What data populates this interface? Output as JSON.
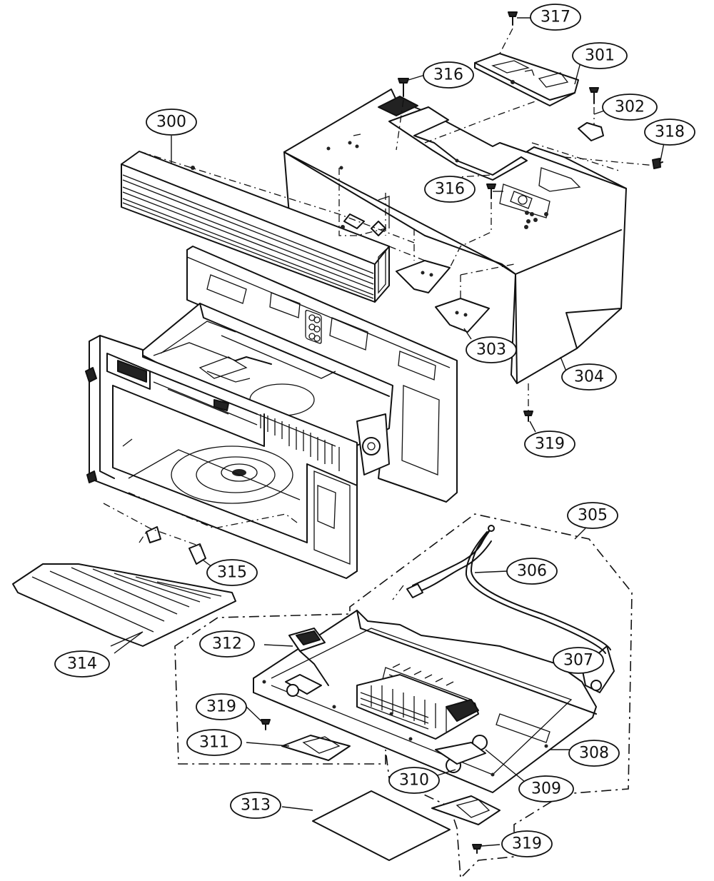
{
  "diagram": {
    "callouts": [
      {
        "id": "c317",
        "label": "317"
      },
      {
        "id": "c301",
        "label": "301"
      },
      {
        "id": "c316a",
        "label": "316"
      },
      {
        "id": "c302",
        "label": "302"
      },
      {
        "id": "c300",
        "label": "300"
      },
      {
        "id": "c318",
        "label": "318"
      },
      {
        "id": "c316b",
        "label": "316"
      },
      {
        "id": "c303",
        "label": "303"
      },
      {
        "id": "c304",
        "label": "304"
      },
      {
        "id": "c319a",
        "label": "319"
      },
      {
        "id": "c305",
        "label": "305"
      },
      {
        "id": "c306",
        "label": "306"
      },
      {
        "id": "c315",
        "label": "315"
      },
      {
        "id": "c312",
        "label": "312"
      },
      {
        "id": "c307",
        "label": "307"
      },
      {
        "id": "c314",
        "label": "314"
      },
      {
        "id": "c319b",
        "label": "319"
      },
      {
        "id": "c311",
        "label": "311"
      },
      {
        "id": "c308",
        "label": "308"
      },
      {
        "id": "c310",
        "label": "310"
      },
      {
        "id": "c309",
        "label": "309"
      },
      {
        "id": "c313",
        "label": "313"
      },
      {
        "id": "c319c",
        "label": "319"
      }
    ]
  }
}
